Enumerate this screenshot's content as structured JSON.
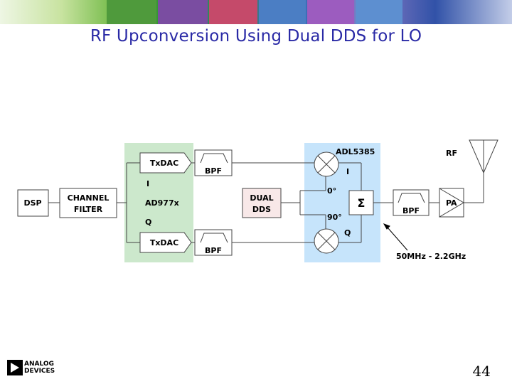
{
  "header": {
    "title": "RF Upconversion Using Dual DDS for LO"
  },
  "diagram": {
    "blocks": {
      "dsp": "DSP",
      "channel_filter_line1": "CHANNEL",
      "channel_filter_line2": "FILTER",
      "txdac_top": "TxDAC",
      "txdac_bottom": "TxDAC",
      "dac_part": "AD977x",
      "bpf_top": "BPF",
      "bpf_bottom": "BPF",
      "bpf_out": "BPF",
      "dual_dds_line1": "DUAL",
      "dual_dds_line2": "DDS",
      "modulator_part": "ADL5385",
      "summer_symbol": "Σ",
      "pa": "PA",
      "rf": "RF"
    },
    "labels": {
      "i_left": "I",
      "q_left": "Q",
      "i_mod": "I",
      "q_mod": "Q",
      "phase_0": "0°",
      "phase_90": "90°",
      "freq_range": "50MHz - 2.2GHz"
    },
    "colors": {
      "dac_region": "#cce8cc",
      "modulator_region": "#c6e4fb",
      "dds_fill": "#f8e8e8"
    }
  },
  "footer": {
    "page_number": "44",
    "logo_line1": "ANALOG",
    "logo_line2": "DEVICES"
  }
}
